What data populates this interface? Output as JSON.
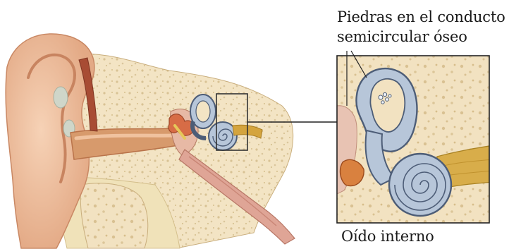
{
  "labels": {
    "stones_line1": "Piedras en el conducto",
    "stones_line2": "semicircular óseo",
    "inner_ear": "Oído interno"
  },
  "colors": {
    "skin": "#f1c6a6",
    "skin_dark": "#d79b76",
    "bone": "#f3e4c4",
    "bone_dot": "#d8c294",
    "canal": "#d68a5a",
    "labyrinth": "#b7c6d9",
    "labyrinth_line": "#4d5d77",
    "ossicle": "#d76c46",
    "nerve": "#d9a08f",
    "box_line": "#333333"
  }
}
